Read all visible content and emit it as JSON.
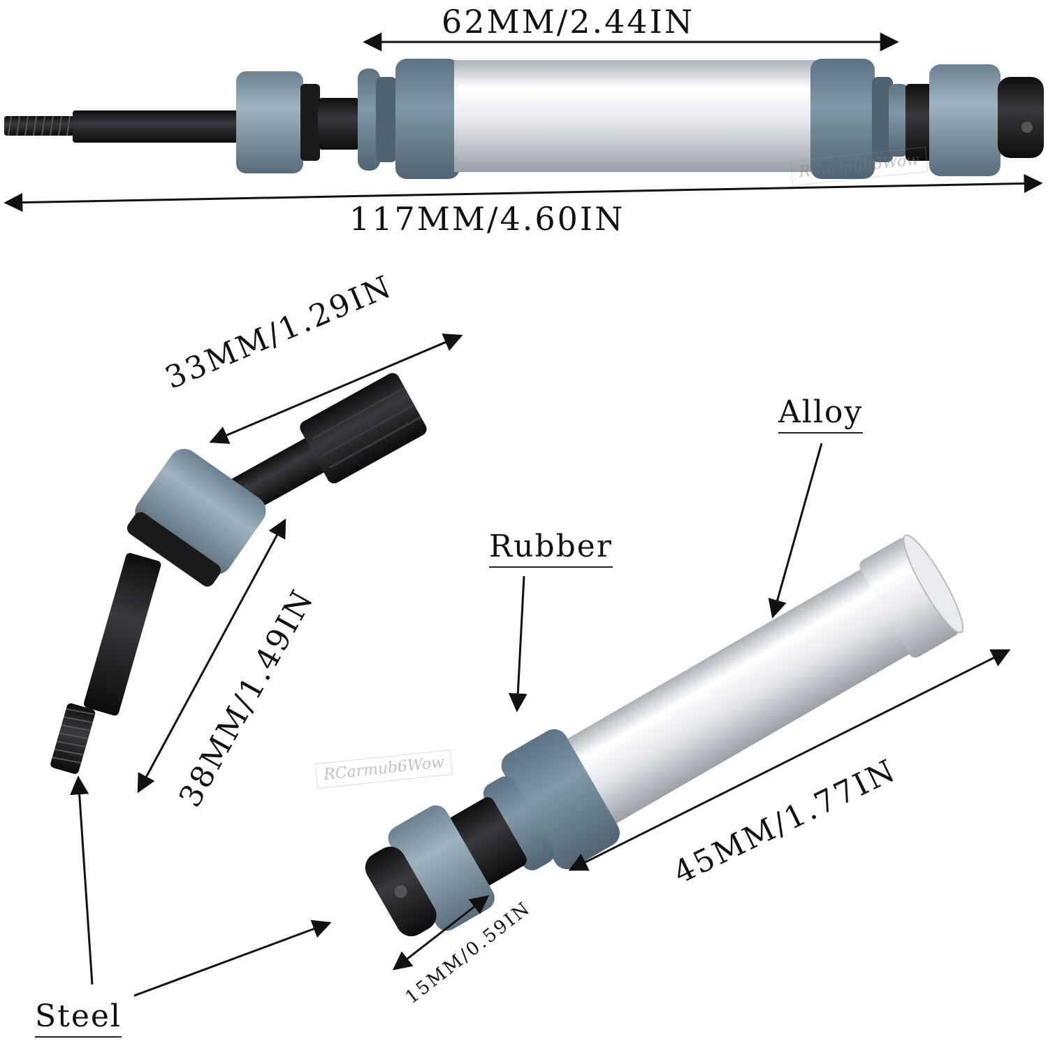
{
  "dimensions": {
    "full_shaft_tube": "62MM/2.44IN",
    "full_shaft_length": "117MM/4.60IN",
    "axle_short": "33MM/1.29IN",
    "axle_long": "38MM/1.49IN",
    "sleeve_length": "45MM/1.77IN",
    "cup_length": "15MM/0.59IN"
  },
  "materials": {
    "alloy": "Alloy",
    "rubber": "Rubber",
    "steel": "Steel"
  },
  "watermark": "RCarmub6Wow",
  "colors": {
    "steel": "#1c1c1e",
    "rubber": "#6e8494",
    "cup": "#7d93a3",
    "alloy": "#d8dbe0",
    "arrow": "#111111"
  }
}
